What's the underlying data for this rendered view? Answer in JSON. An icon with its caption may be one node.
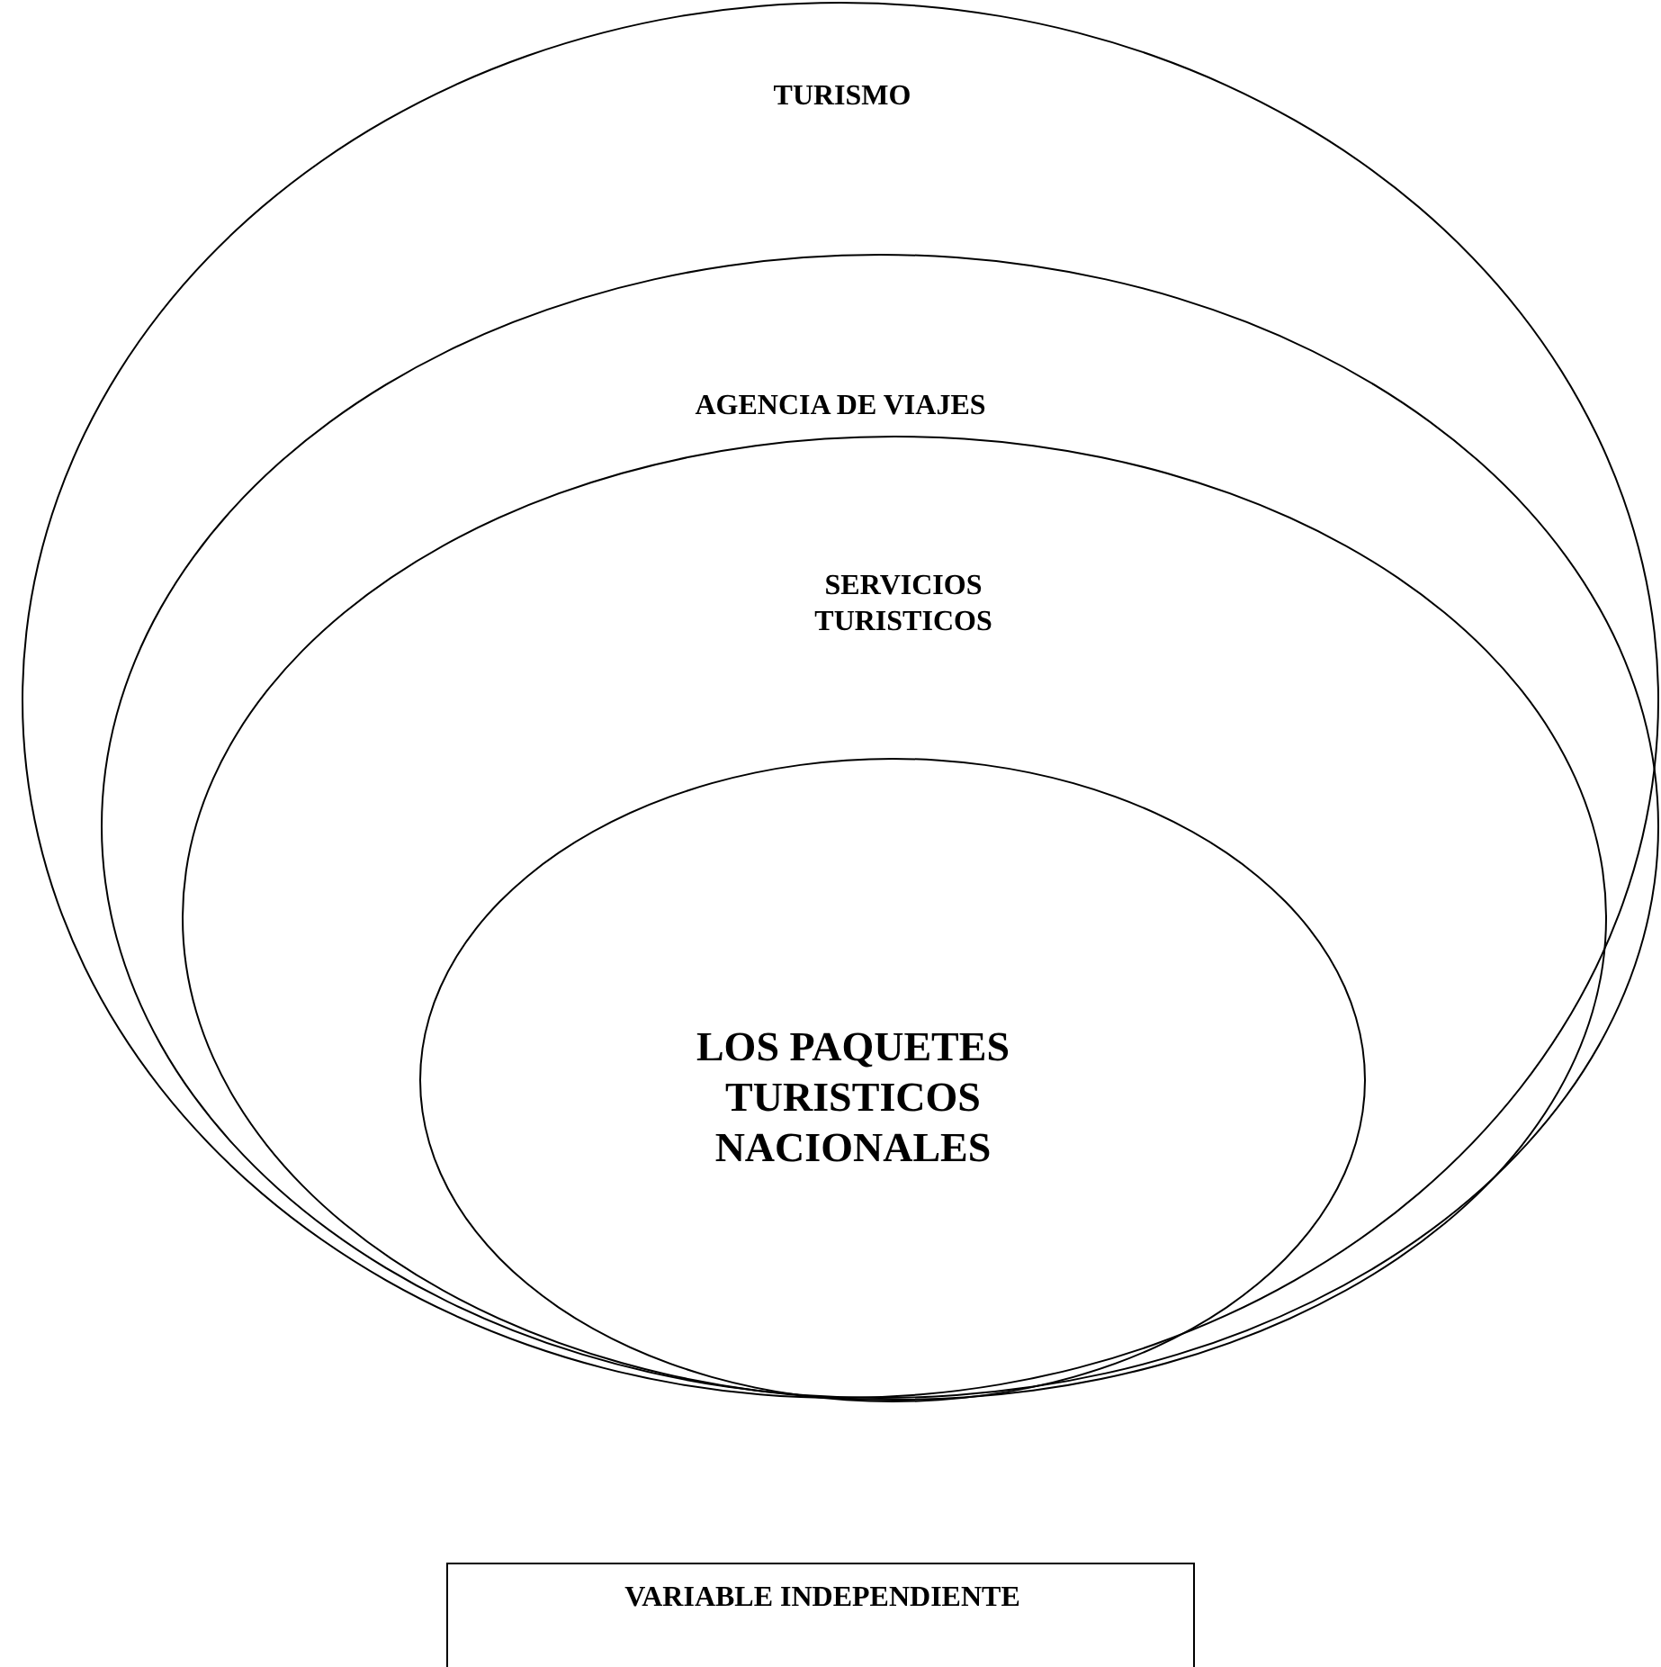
{
  "diagram": {
    "nodes": [
      {
        "text": [
          "TURISMO"
        ]
      },
      {
        "text": [
          "AGENCIA DE VIAJES"
        ],
        "in": 0
      },
      {
        "text": [
          "SERVICIOS TURISTICOS"
        ],
        "in": 1
      },
      {
        "text": [
          "LOS PAQUETES TURISTICOS NACIONALES"
        ],
        "in": 2
      },
      {
        "text": [
          "VARIABLE INDEPENDIENTE"
        ]
      }
    ]
  }
}
